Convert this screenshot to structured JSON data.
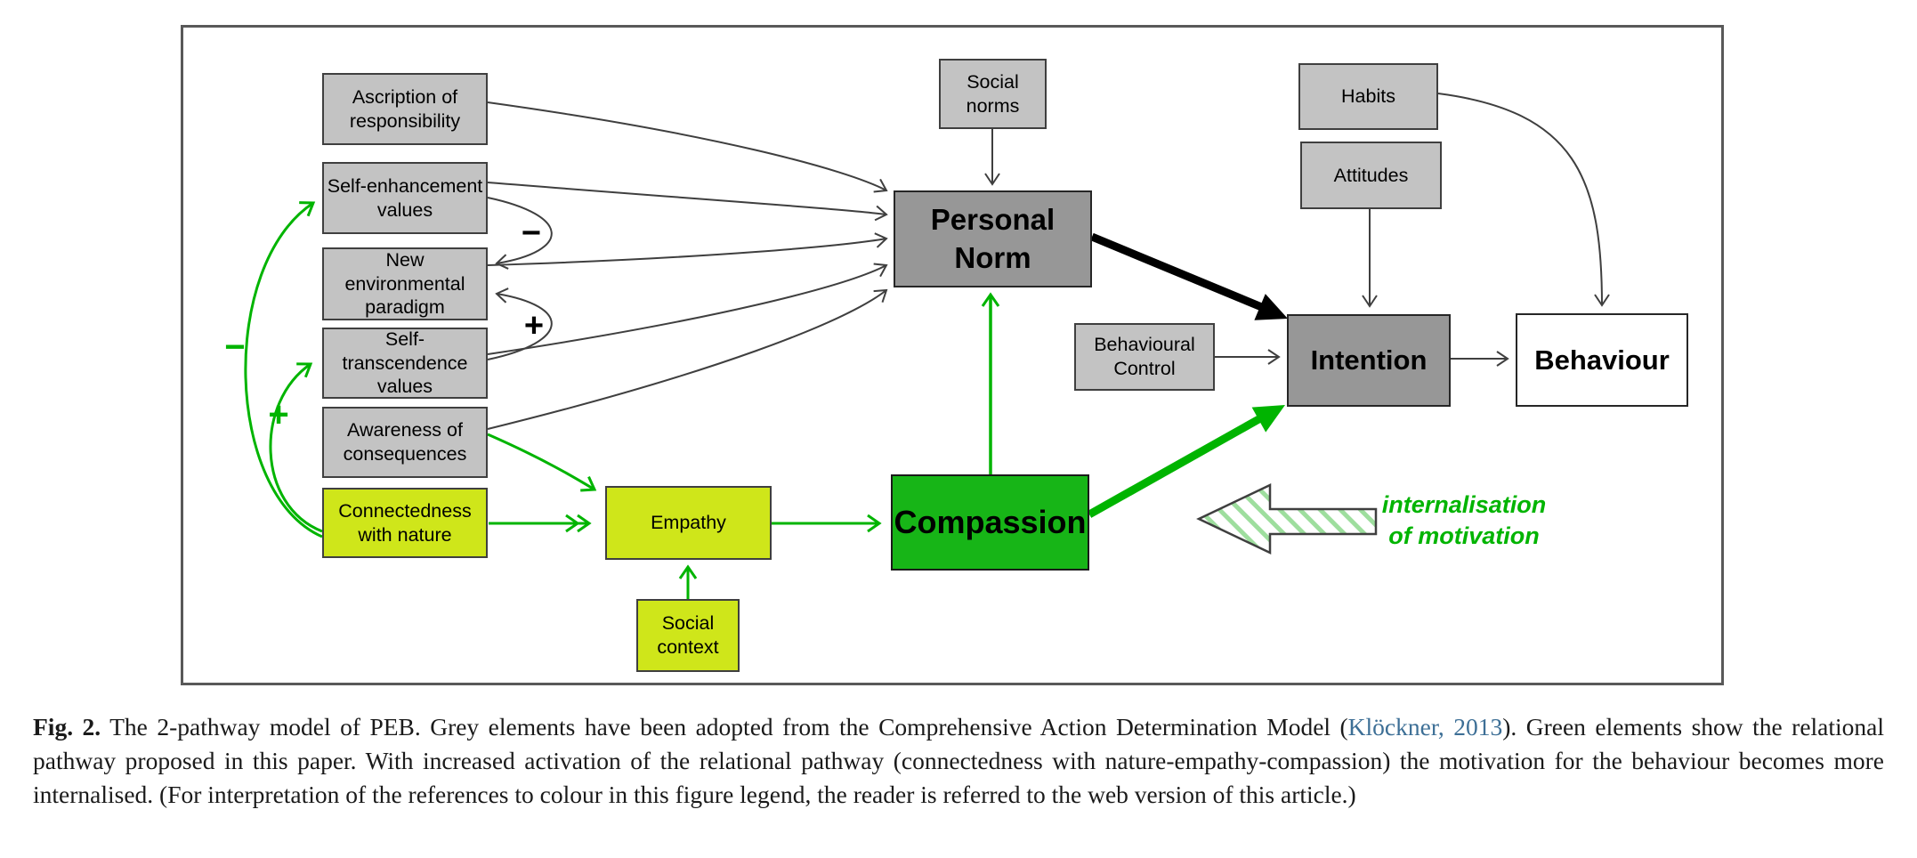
{
  "figure": {
    "boxes": {
      "ascription": {
        "label": "Ascription of\nresponsibility"
      },
      "self_enhancement": {
        "label": "Self-enhancement\nvalues"
      },
      "new_env_paradigm": {
        "label": "New\nenvironmental\nparadigm"
      },
      "self_transcendence": {
        "label": "Self-\ntranscendence\nvalues"
      },
      "awareness": {
        "label": "Awareness of\nconsequences"
      },
      "connectedness": {
        "label": "Connectedness\nwith nature"
      },
      "empathy": {
        "label": "Empathy"
      },
      "social_context": {
        "label": "Social\ncontext"
      },
      "social_norms": {
        "label": "Social\nnorms"
      },
      "personal_norm": {
        "label": "Personal\nNorm"
      },
      "compassion": {
        "label": "Compassion"
      },
      "behavioural_control": {
        "label": "Behavioural\nControl"
      },
      "habits": {
        "label": "Habits"
      },
      "attitudes": {
        "label": "Attitudes"
      },
      "intention": {
        "label": "Intention"
      },
      "behaviour": {
        "label": "Behaviour"
      }
    },
    "signs": {
      "black_minus": "−",
      "black_plus": "+",
      "green_minus": "−",
      "green_plus": "+"
    },
    "internalisation_label": "internalisation\nof motivation",
    "colors": {
      "grey_box": "#c3c3c3",
      "dark_grey_box": "#979797",
      "yellow_green_box": "#cfe61a",
      "green_box": "#17b517",
      "green_arrow": "#00b400",
      "grey_arrow": "#3f3f3f",
      "black_arrow": "#000000"
    }
  },
  "caption": {
    "label": "Fig. 2.",
    "before_link": " The 2-pathway model of PEB. Grey elements have been adopted from the Comprehensive Action Determination Model (",
    "link": "Klöckner, 2013",
    "after_link": "). Green elements show the relational pathway proposed in this paper. With increased activation of the relational pathway (connectedness with nature-empathy-compassion) the motivation for the behaviour becomes more internalised. (For interpretation of the references to colour in this figure legend, the reader is referred to the web version of this article.)"
  }
}
